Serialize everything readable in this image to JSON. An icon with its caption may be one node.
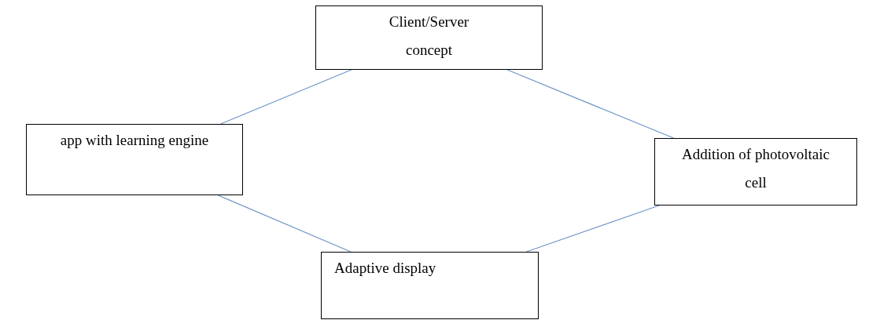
{
  "diagram": {
    "nodes": [
      {
        "text": [
          "Client/Server concept"
        ]
      },
      {
        "text": [
          "app with learning engine"
        ]
      },
      {
        "text": [
          "Addition of photovoltaic cell"
        ]
      },
      {
        "text": [
          "Adaptive display"
        ]
      }
    ],
    "edges": [
      {
        "from": 1,
        "to": 0,
        "arrow": "none"
      },
      {
        "from": 0,
        "to": 2,
        "arrow": "none"
      },
      {
        "from": 1,
        "to": 3,
        "arrow": "none"
      },
      {
        "from": 2,
        "to": 3,
        "arrow": "none"
      }
    ]
  }
}
